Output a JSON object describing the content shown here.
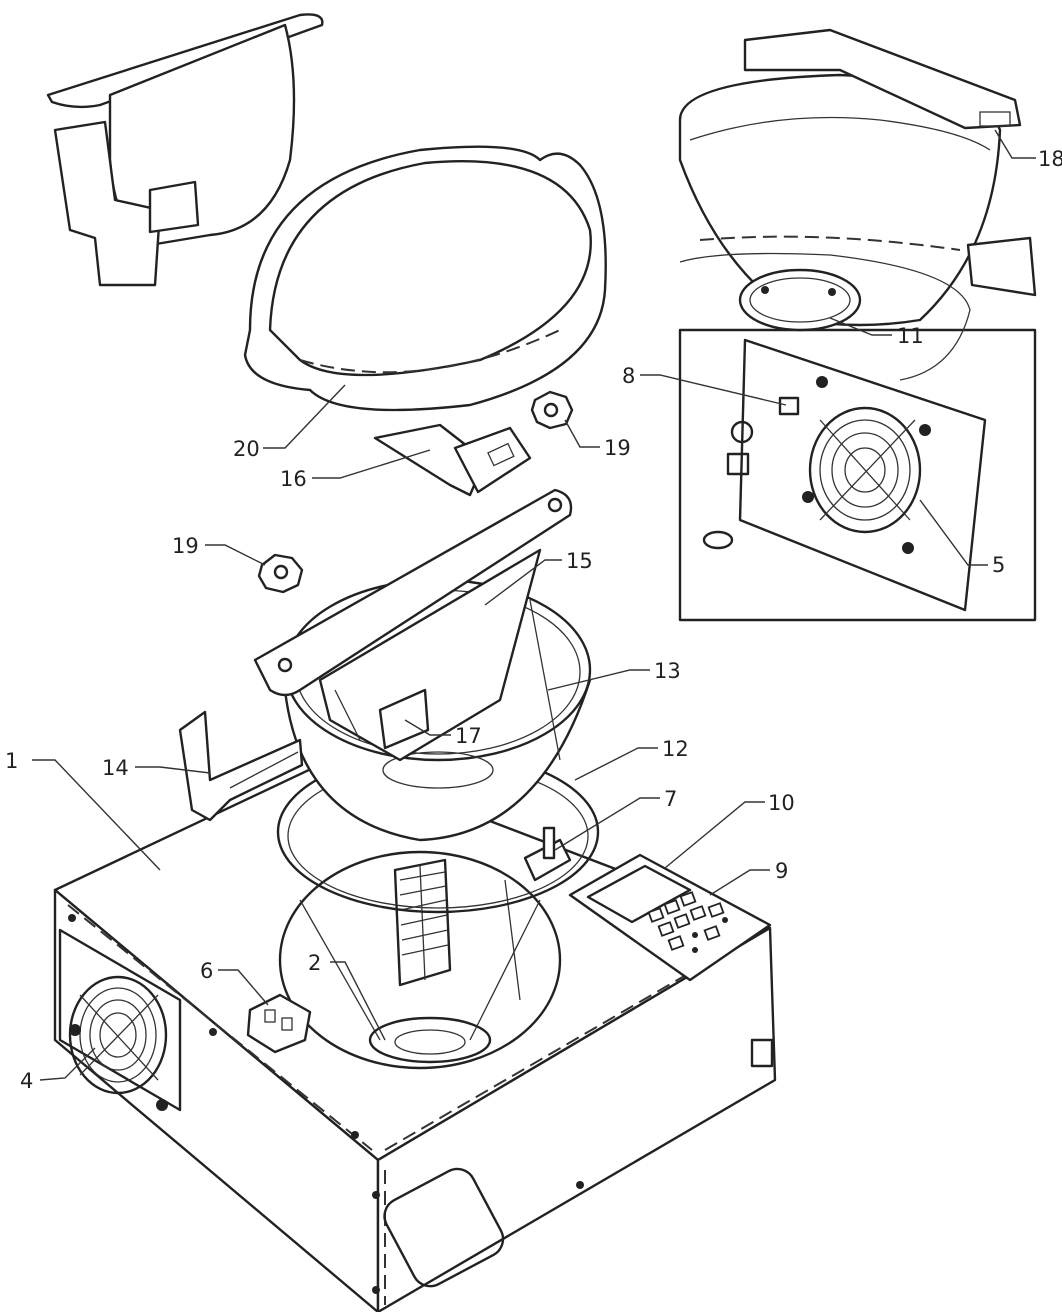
{
  "callouts": [
    {
      "id": "c1",
      "text": "1"
    },
    {
      "id": "c2",
      "text": "2"
    },
    {
      "id": "c4",
      "text": "4"
    },
    {
      "id": "c5",
      "text": "5"
    },
    {
      "id": "c6",
      "text": "6"
    },
    {
      "id": "c7",
      "text": "7"
    },
    {
      "id": "c8",
      "text": "8"
    },
    {
      "id": "c9",
      "text": "9"
    },
    {
      "id": "c10",
      "text": "10"
    },
    {
      "id": "c11",
      "text": "11"
    },
    {
      "id": "c12",
      "text": "12"
    },
    {
      "id": "c13",
      "text": "13"
    },
    {
      "id": "c14",
      "text": "14"
    },
    {
      "id": "c15",
      "text": "15"
    },
    {
      "id": "c16",
      "text": "16"
    },
    {
      "id": "c17",
      "text": "17"
    },
    {
      "id": "c18",
      "text": "18"
    },
    {
      "id": "c19a",
      "text": "19"
    },
    {
      "id": "c19b",
      "text": "19"
    },
    {
      "id": "c20",
      "text": "20"
    }
  ]
}
